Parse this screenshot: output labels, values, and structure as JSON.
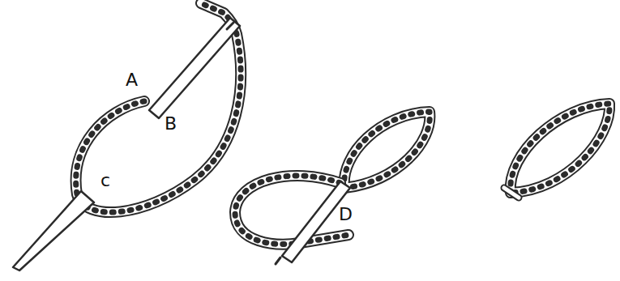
{
  "diagram": {
    "labels": [
      "A",
      "B",
      "c",
      "D"
    ]
  }
}
